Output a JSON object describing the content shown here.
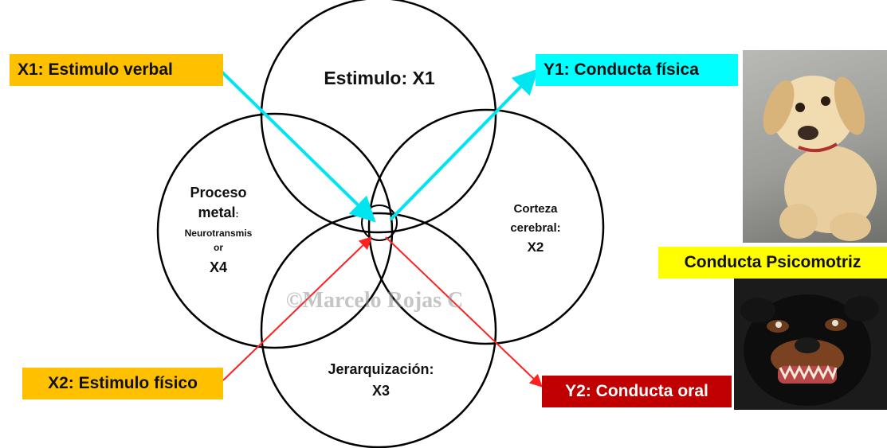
{
  "circles": {
    "top": {
      "title": "Estimulo: X1"
    },
    "left": {
      "line1": "Proceso",
      "line2": "metal",
      "line2_suffix": ":",
      "line3": "Neurotransmis",
      "line4": "or",
      "line5": "X4"
    },
    "right": {
      "line1": "Corteza",
      "line2": "cerebral:",
      "line3": "X2"
    },
    "bottom": {
      "line1": "Jerarquización:",
      "line2": "X3"
    }
  },
  "labels": {
    "x1": "X1: Estimulo verbal",
    "y1": "Y1: Conducta física",
    "x2": "X2: Estimulo físico",
    "y2": "Y2: Conducta oral",
    "psicomotriz": "Conducta Psicomotriz"
  },
  "watermark": "©Marcelo Rojas C",
  "colors": {
    "x_label_bg": "#FFC000",
    "y1_label_bg": "#00FFFF",
    "y2_label_bg": "#C00000",
    "psicomotriz_bg": "#FFFF00",
    "arrow_cyan": "#00E5F0",
    "arrow_red": "#FF2020"
  }
}
